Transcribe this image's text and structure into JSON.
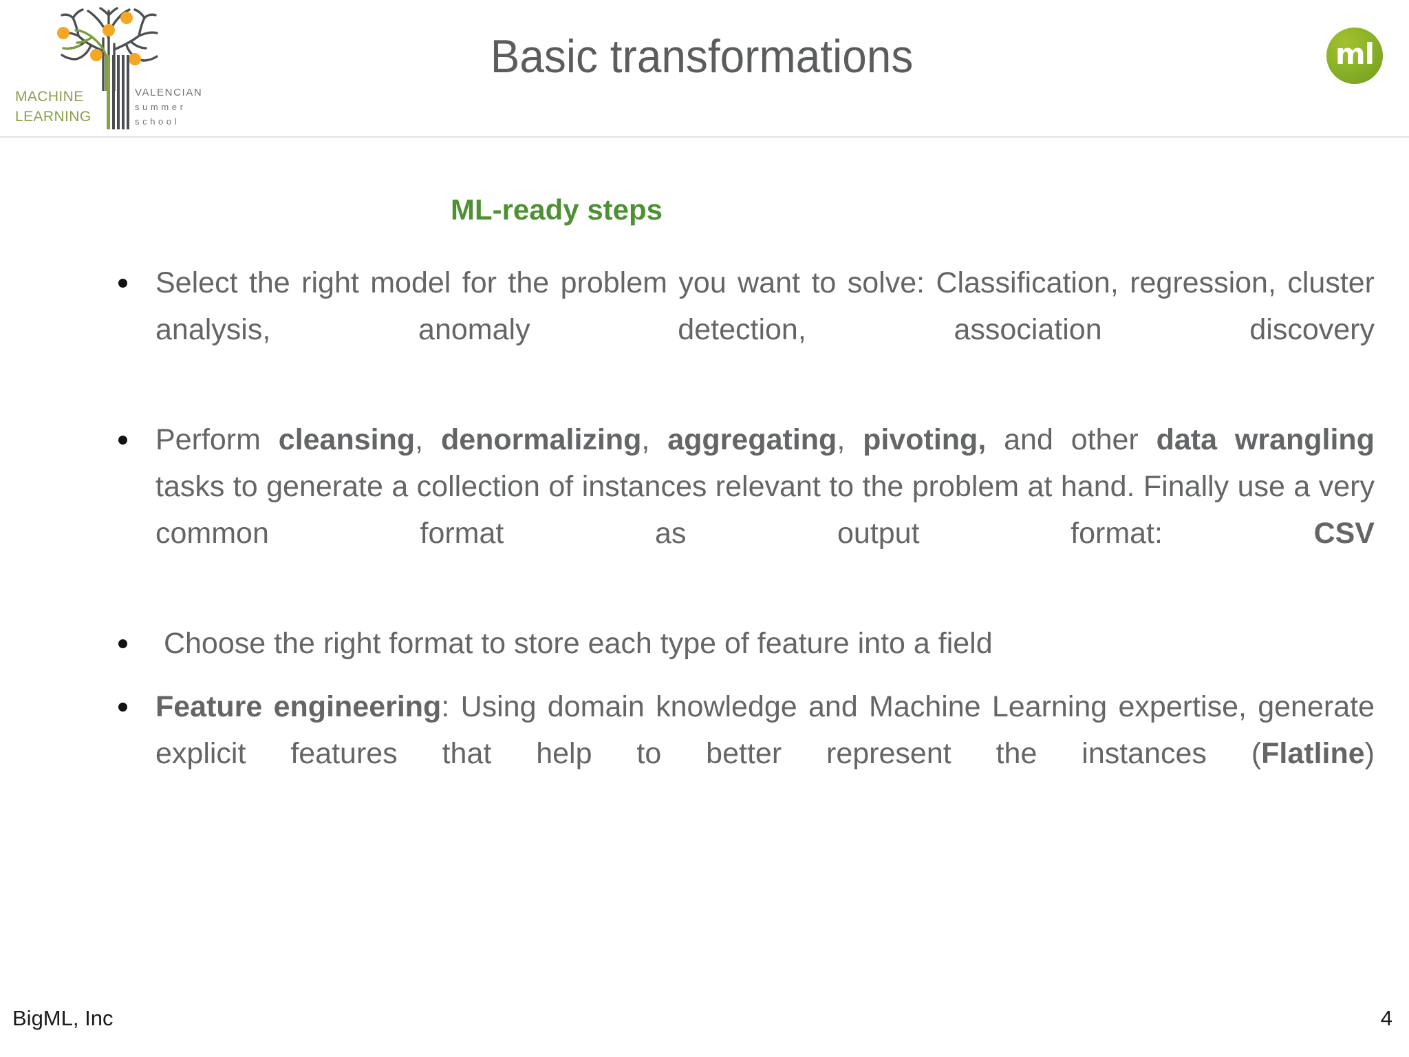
{
  "slide": {
    "title": "Basic transformations",
    "page_number": "4",
    "footer_brand": "BigML, Inc",
    "section_heading": "ML-ready steps",
    "accent_green": "#4e9134",
    "title_gray": "#5a5c5e",
    "body_gray": "#636567",
    "rule_color": "#e4e5e7"
  },
  "logo_left": {
    "name": "machine-learning-valencian-summer-school",
    "line1": "MACHINE",
    "line2": "LEARNING",
    "right1": "VALENCIAN",
    "right2": "summer",
    "right3": "school",
    "word_green": "#8aa04a",
    "word_gray": "#6f7276",
    "fruit_color": "#f5a623",
    "branch_color": "#4c4f52",
    "green_branch_color": "#7a9e3f"
  },
  "logo_right": {
    "name": "bigml-badge",
    "text": "ml",
    "color": "#8cb328"
  },
  "bullets": [
    {
      "id": "bullet-select-model",
      "html": "Select the right model for the problem you want to solve: Classification, regression, cluster analysis, anomaly detection, association discovery"
    },
    {
      "id": "bullet-perform-cleansing",
      "html": "Perform <b>cleansing</b>, <b>denormalizing</b>, <b>aggregating</b>, <b>pivoting,</b> and other <b>data wrangling</b> tasks to generate a collection of instances relevant to the problem at hand. Finally use a very common format as output format: <b>CSV</b>"
    },
    {
      "id": "bullet-choose-format",
      "html": "&nbsp;Choose the right format to store each type of feature into a field"
    },
    {
      "id": "bullet-feature-engineering",
      "html": "<b>Feature engineering</b>: Using domain knowledge and Machine Learning expertise, generate explicit features that help to better represent the instances (<b>Flatline</b>)"
    }
  ]
}
